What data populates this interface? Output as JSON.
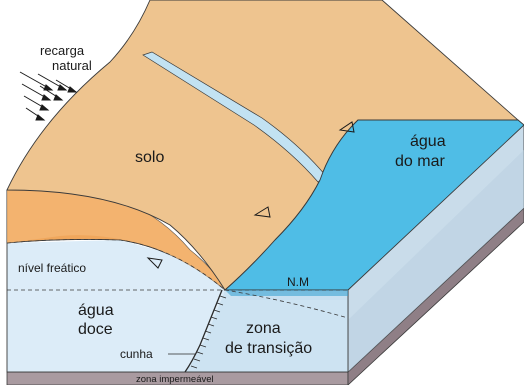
{
  "labels": {
    "recharge_line1": "recarga",
    "recharge_line2": "natural",
    "soil": "solo",
    "seawater_line1": "água",
    "seawater_line2": "do mar",
    "water_table": "nível freático",
    "sea_level": "N.M",
    "freshwater_line1": "água",
    "freshwater_line2": "doce",
    "transition_line1": "zona",
    "transition_line2": "de transição",
    "wedge": "cunha",
    "impermeable": "zona impermeável"
  },
  "colors": {
    "soil": "#eec48f",
    "soil_edge": "#e9b87e",
    "soil_section": "#f0a75c",
    "stream": "#c2e2f2",
    "sea": "#4fbde6",
    "sea_dark": "#2f9fd0",
    "freshwater": "#dcecf8",
    "transition": "#cde3f2",
    "sea_section": "#c4def0",
    "impermeable": "#a99aa0",
    "impermeable_dark": "#8f7f86",
    "outline": "#3a3a3a"
  }
}
